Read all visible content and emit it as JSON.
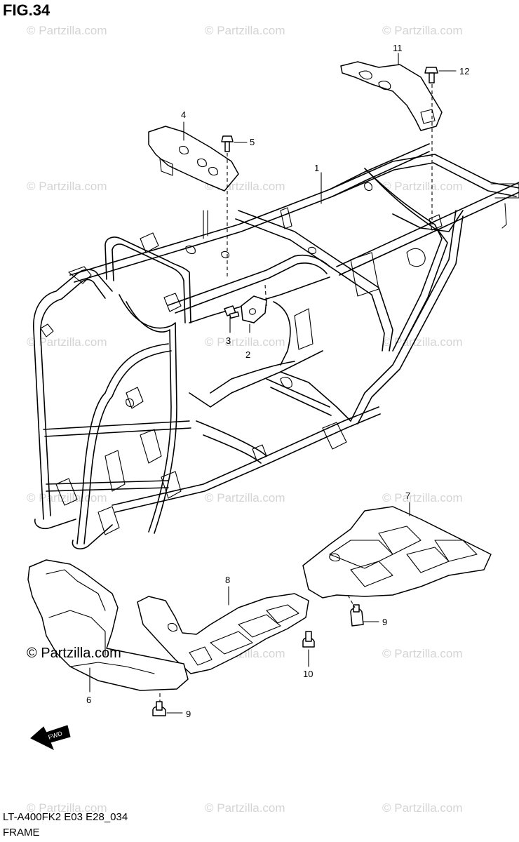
{
  "figure": {
    "title": "FIG.34"
  },
  "watermark": {
    "text": "© Partzilla.com"
  },
  "brand_watermark": {
    "text": "© Partzilla.com"
  },
  "callouts": [
    {
      "id": "c1",
      "label": "1"
    },
    {
      "id": "c2",
      "label": "2"
    },
    {
      "id": "c3",
      "label": "3"
    },
    {
      "id": "c4",
      "label": "4"
    },
    {
      "id": "c5",
      "label": "5"
    },
    {
      "id": "c6",
      "label": "6"
    },
    {
      "id": "c7",
      "label": "7"
    },
    {
      "id": "c8",
      "label": "8"
    },
    {
      "id": "c9a",
      "label": "9"
    },
    {
      "id": "c9b",
      "label": "9"
    },
    {
      "id": "c10",
      "label": "10"
    },
    {
      "id": "c11",
      "label": "11"
    },
    {
      "id": "c12",
      "label": "12"
    }
  ],
  "footer": {
    "model_code": "LT-A400FK2 E03 E28_034",
    "section_name": "FRAME"
  },
  "direction_marker": {
    "label": "FWD"
  }
}
